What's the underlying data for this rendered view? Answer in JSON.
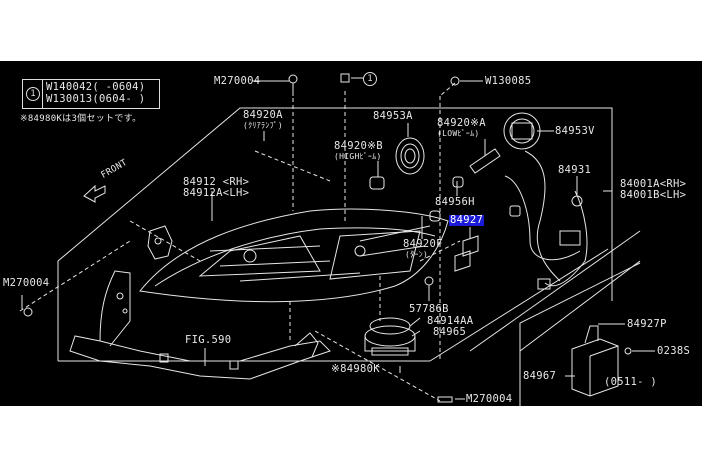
{
  "diagram": {
    "title": "Headlamp assembly parts diagram",
    "note_box": {
      "symbol": "1",
      "lines": [
        "W140042( -0604)",
        "W130013(0604- )"
      ]
    },
    "note_text": "※84980Kは3個セットです。",
    "front_label": "FRONT",
    "callout_circle": "1",
    "highlight_color": "#1a1ad8",
    "labels": {
      "m270004_top": "M270004",
      "w130085": "W130085",
      "p84920A": "84920A",
      "p84920A_sub": "(ｸﾘｱﾗﾝﾌﾟ)",
      "p84953A": "84953A",
      "p84920B": "84920※B",
      "p84920B_sub": "(HIGHﾋﾞｰﾑ)",
      "p84920A_low": "84920※A",
      "p84920A_low_sub": "(LOWﾋﾞｰﾑ)",
      "p84953V": "84953V",
      "p84931": "84931",
      "p84001A": "84001A<RH>",
      "p84001B": "84001B<LH>",
      "p84912": "84912 <RH>",
      "p84912A": "84912A<LH>",
      "p84956H": "84956H",
      "p84927": "84927",
      "p84920F": "84920F",
      "p84920F_sub": "(ﾀｰﾝ)",
      "m270004_left": "M270004",
      "p57786B": "57786B",
      "p84914AA": "84914AA",
      "p84965": "84965",
      "fig590": "FIG.590",
      "p84980K": "※84980K",
      "m270004_bottom": "M270004",
      "p84927P": "84927P",
      "p0238S": "0238S",
      "p84967": "84967",
      "date_0511": "(0511- )"
    }
  }
}
